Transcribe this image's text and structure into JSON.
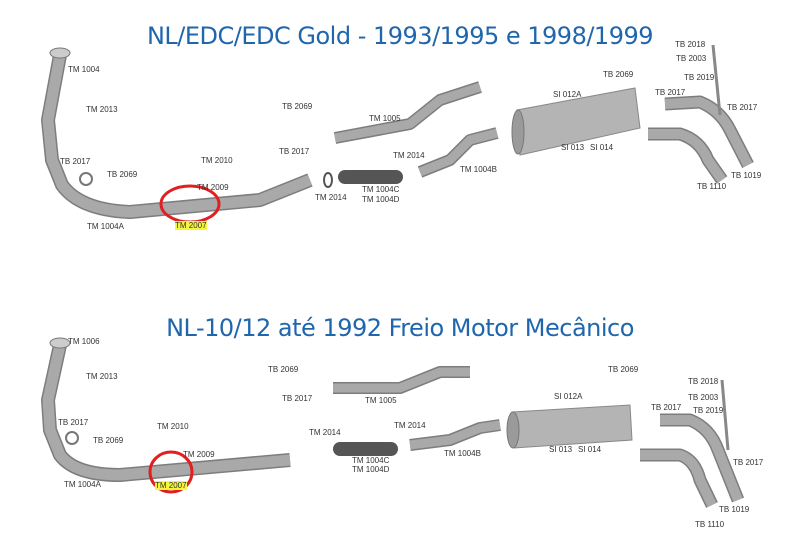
{
  "diagrams": [
    {
      "title": "NL/EDC/EDC Gold - 1993/1995 e 1998/1999",
      "labels": [
        "TM 1004",
        "TM 2013",
        "TB 2017",
        "TB 2069",
        "TM 2010",
        "TM 2009",
        "TM 1004A",
        "TM 2007",
        "TB 2069",
        "TB 2017",
        "TM 1005",
        "TM 2014",
        "TM 2014",
        "TM 1004C",
        "TM 1004D",
        "TM 1004B",
        "SI 012A",
        "SI 013",
        "SI 014",
        "TB 2069",
        "TB 2017",
        "TB 2018",
        "TB 2003",
        "TB 2019",
        "TB 2017",
        "TB 1019",
        "TB 1110"
      ]
    },
    {
      "title": "NL-10/12 até 1992 Freio Motor Mecânico",
      "labels": [
        "TM 1006",
        "TM 2013",
        "TB 2017",
        "TB 2069",
        "TM 2010",
        "TM 2009",
        "TM 1004A",
        "TM 2007",
        "TB 2069",
        "TB 2017",
        "TM 1005",
        "TM 2014",
        "TM 2014",
        "TM 1004C",
        "TM 1004D",
        "TM 1004B",
        "SI 012A",
        "SI 013",
        "SI 014",
        "TB 2069",
        "TB 2017",
        "TB 2018",
        "TB 2003",
        "TB 2019",
        "TB 2017",
        "TB 1019",
        "TB 1110"
      ]
    }
  ],
  "colors": {
    "title": "#1f66ad",
    "highlight": "#f5f53a",
    "circle": "#e02020",
    "pipe": "#a9a9a9"
  }
}
